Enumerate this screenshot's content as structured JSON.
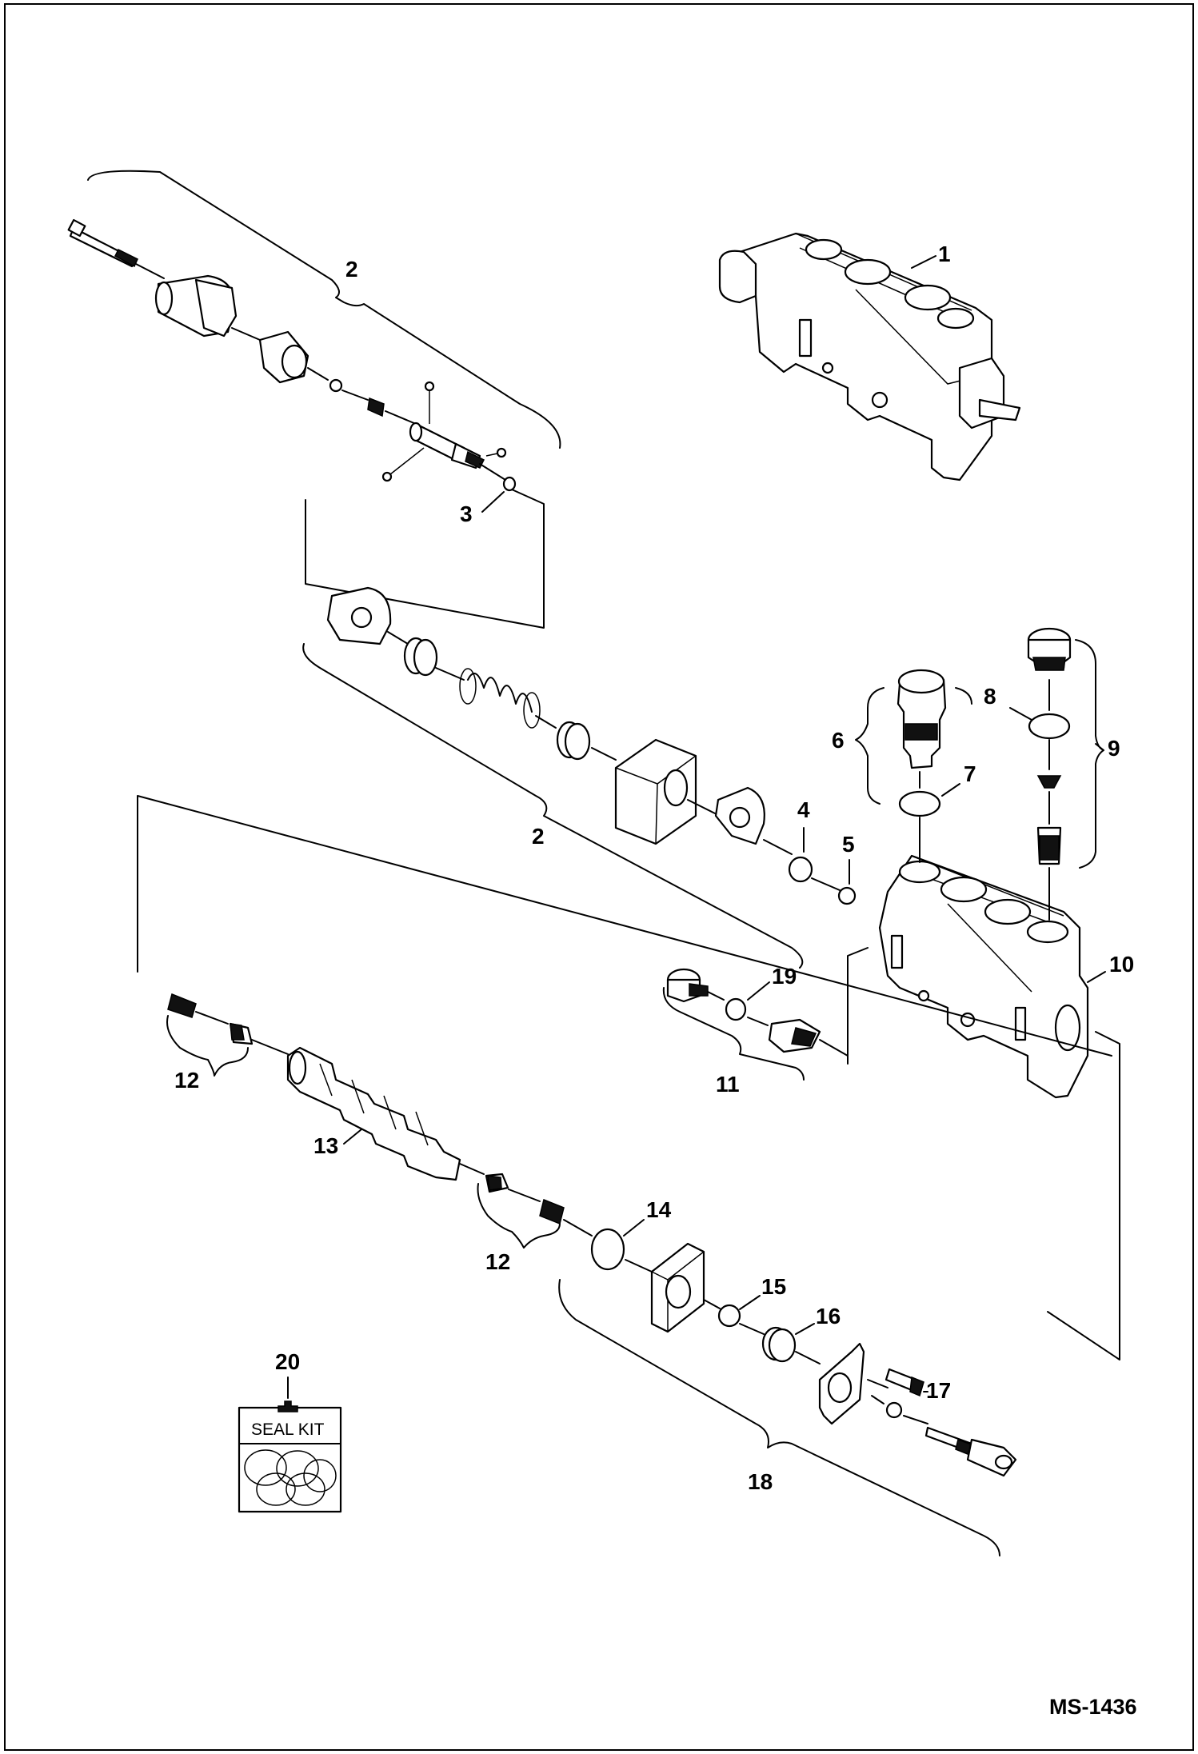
{
  "drawing_code": "MS-1436",
  "seal_kit_label": "SEAL KIT",
  "callouts": {
    "c1": "1",
    "c2a": "2",
    "c2b": "2",
    "c3": "3",
    "c4": "4",
    "c5": "5",
    "c6": "6",
    "c7": "7",
    "c8": "8",
    "c9": "9",
    "c10": "10",
    "c11": "11",
    "c12a": "12",
    "c12b": "12",
    "c13": "13",
    "c14": "14",
    "c15": "15",
    "c16": "16",
    "c17": "17",
    "c18": "18",
    "c19": "19",
    "c20": "20"
  }
}
